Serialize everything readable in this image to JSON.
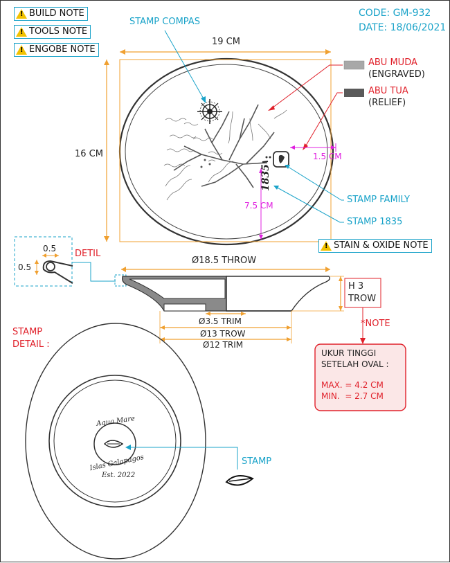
{
  "notes": {
    "build": "BUILD NOTE",
    "tools": "TOOLS NOTE",
    "engobe": "ENGOBE NOTE",
    "stain": "STAIN & OXIDE NOTE"
  },
  "header": {
    "code": "CODE: GM-932",
    "date": "DATE: 18/06/2021"
  },
  "top_view": {
    "width_label": "19 CM",
    "height_label": "16 CM",
    "stamp_compas": "STAMP COMPAS",
    "offset_h": "1.5 CM",
    "offset_v": "7.5 CM",
    "stamp_family": "STAMP FAMILY",
    "stamp_1835": "STAMP 1835",
    "stamp_1835_text": "1835"
  },
  "legend": [
    {
      "title": "ABU MUDA",
      "sub": "(ENGRAVED)",
      "color": "#a8a8a8"
    },
    {
      "title": "ABU TUA",
      "sub": "(RELIEF)",
      "color": "#5a5a5a"
    }
  ],
  "section": {
    "detil": "DETIL",
    "dim_a": "0.5",
    "dim_b": "0.5",
    "throw_top": "Ø18.5 THROW",
    "trim_35": "Ø3.5 TRIM",
    "trow_13": "Ø13 TROW",
    "trim_12": "Ø12 TRIM",
    "h_label": "H 3",
    "h_sub": "TROW",
    "note_mark": "*NOTE"
  },
  "height_note": {
    "title_1": "UKUR TINGGI",
    "title_2": "SETELAH OVAL :",
    "max": "MAX. = 4.2 CM",
    "min": "MIN.  = 2.7 CM"
  },
  "stamp_detail": {
    "label_1": "STAMP",
    "label_2": "DETAIL :",
    "text_top": "Aqua Mare",
    "text_bottom_1": "Islas Galapagos",
    "text_bottom_2": "Est. 2022",
    "stamp_label": "STAMP"
  },
  "colors": {
    "cyan": "#1aa3c9",
    "red": "#e0202a",
    "magenta": "#e020e0",
    "orange": "#f0a030",
    "light_gray": "#a8a8a8",
    "dark_gray": "#5a5a5a"
  }
}
